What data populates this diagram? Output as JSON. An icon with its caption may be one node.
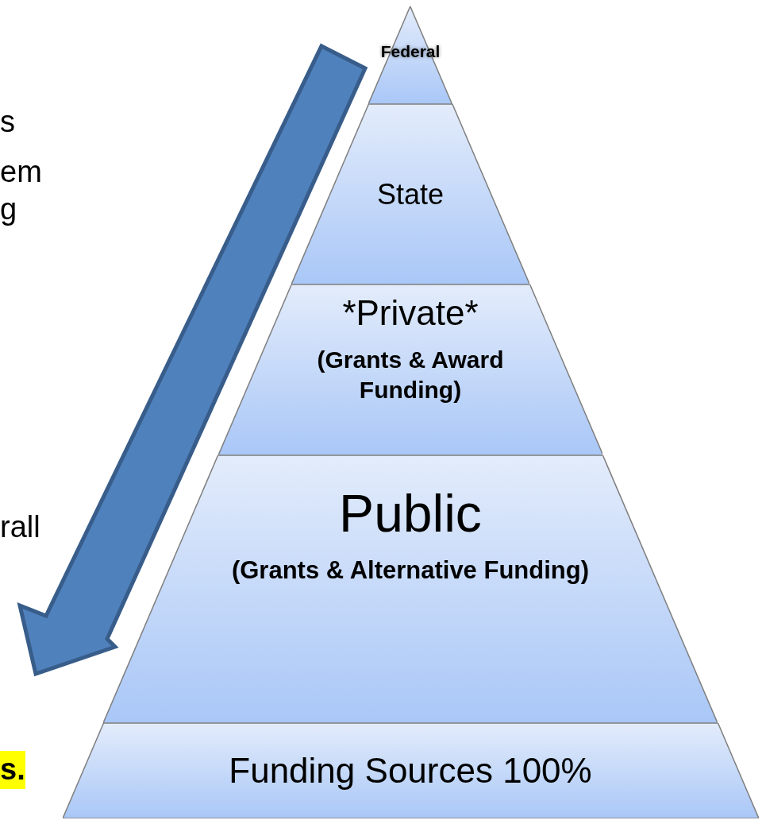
{
  "diagram": {
    "nodes": [
      {
        "text": [
          "Federal"
        ]
      },
      {
        "text": [
          "State"
        ]
      },
      {
        "text": [
          "*Private*",
          "(Grants &  Award Funding)"
        ]
      },
      {
        "text": [
          "Public",
          "(Grants & Alternative Funding)"
        ]
      },
      {
        "text": [
          "Funding Sources 100%"
        ]
      }
    ],
    "labels": [
      "s",
      "em",
      "g",
      "rall",
      "s."
    ]
  }
}
